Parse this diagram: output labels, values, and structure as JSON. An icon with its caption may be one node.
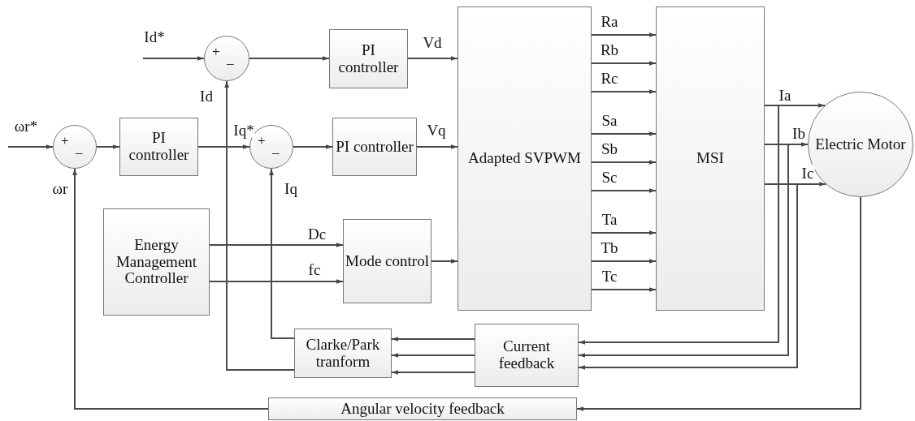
{
  "diagram": {
    "nodes": [
      {
        "text": [
          "+",
          "–"
        ]
      },
      {
        "text": [
          "PI controller"
        ]
      },
      {
        "text": [
          "+",
          "–"
        ]
      },
      {
        "text": [
          "+",
          "–"
        ]
      },
      {
        "text": [
          "PI controller"
        ]
      },
      {
        "text": [
          "PI controller"
        ]
      },
      {
        "text": [
          "Energy Management Controller"
        ]
      },
      {
        "text": [
          "Mode control"
        ]
      },
      {
        "text": [
          "Adapted SVPWM"
        ]
      },
      {
        "text": [
          "MSI"
        ]
      },
      {
        "text": [
          "Electric Motor"
        ]
      },
      {
        "text": [
          "Clarke/Park tranform"
        ]
      },
      {
        "text": [
          "Current feedback"
        ]
      },
      {
        "text": [
          "Angular velocity feedback"
        ]
      }
    ],
    "edges": [
      {
        "from": null,
        "to": 2,
        "arrow": "to",
        "label": "Id*"
      },
      {
        "from": null,
        "to": 0,
        "arrow": "to",
        "label": "ωr*"
      },
      {
        "from": 0,
        "to": 1,
        "arrow": "to"
      },
      {
        "from": 1,
        "to": 3,
        "arrow": "to",
        "label": "Iq*"
      },
      {
        "from": 2,
        "to": 4,
        "arrow": "to"
      },
      {
        "from": 3,
        "to": 5,
        "arrow": "to"
      },
      {
        "from": 4,
        "to": 8,
        "arrow": "to",
        "label": "Vd"
      },
      {
        "from": 5,
        "to": 8,
        "arrow": "to",
        "label": "Vq"
      },
      {
        "from": 6,
        "to": 7,
        "arrow": "to",
        "label": "Dc"
      },
      {
        "from": 6,
        "to": 7,
        "arrow": "to",
        "label": "fc"
      },
      {
        "from": 7,
        "to": 8,
        "arrow": "to"
      },
      {
        "from": 8,
        "to": 9,
        "arrow": "to",
        "label": "Ra"
      },
      {
        "from": 8,
        "to": 9,
        "arrow": "to",
        "label": "Rb"
      },
      {
        "from": 8,
        "to": 9,
        "arrow": "to",
        "label": "Rc"
      },
      {
        "from": 8,
        "to": 9,
        "arrow": "to",
        "label": "Sa"
      },
      {
        "from": 8,
        "to": 9,
        "arrow": "to",
        "label": "Sb"
      },
      {
        "from": 8,
        "to": 9,
        "arrow": "to",
        "label": "Sc"
      },
      {
        "from": 8,
        "to": 9,
        "arrow": "to",
        "label": "Ta"
      },
      {
        "from": 8,
        "to": 9,
        "arrow": "to",
        "label": "Tb"
      },
      {
        "from": 8,
        "to": 9,
        "arrow": "to",
        "label": "Tc"
      },
      {
        "from": 9,
        "to": 10,
        "arrow": "to",
        "label": "Ia"
      },
      {
        "from": 9,
        "to": 10,
        "arrow": "to",
        "label": "Ib"
      },
      {
        "from": 9,
        "to": 10,
        "arrow": "to",
        "label": "Ic"
      },
      {
        "from": 9,
        "to": 12,
        "arrow": "to"
      },
      {
        "from": 9,
        "to": 12,
        "arrow": "to"
      },
      {
        "from": 9,
        "to": 12,
        "arrow": "to"
      },
      {
        "from": 12,
        "to": 11,
        "arrow": "to"
      },
      {
        "from": 12,
        "to": 11,
        "arrow": "to"
      },
      {
        "from": 12,
        "to": 11,
        "arrow": "to"
      },
      {
        "from": 11,
        "to": 3,
        "arrow": "to",
        "label": "Iq"
      },
      {
        "from": 11,
        "to": 2,
        "arrow": "to",
        "label": "Id"
      },
      {
        "from": 10,
        "to": 13,
        "arrow": "to"
      },
      {
        "from": 13,
        "to": 0,
        "arrow": "to",
        "label": "ωr"
      }
    ]
  }
}
